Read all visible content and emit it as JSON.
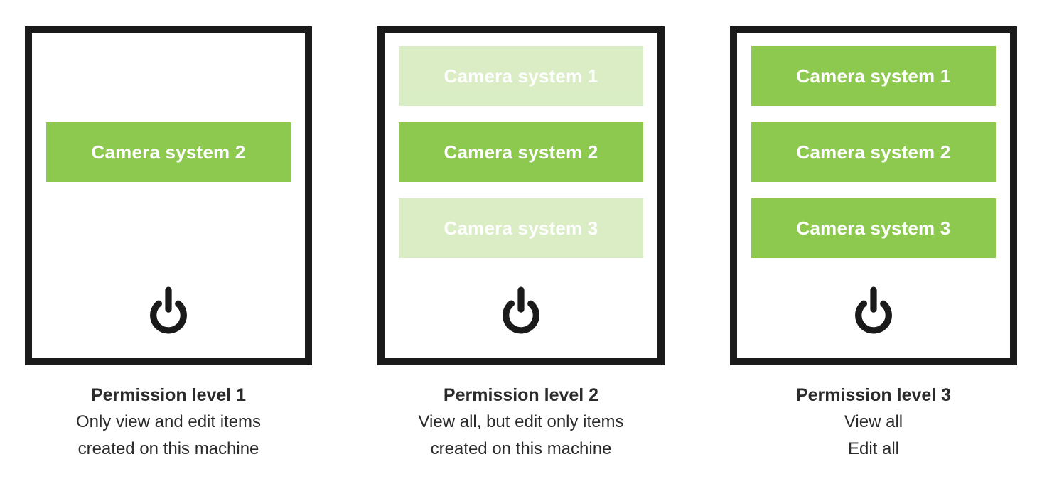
{
  "colors": {
    "accent_green": "#8dc94f",
    "panel_border": "#1a1a1a",
    "caption_text": "#2b2b2b",
    "button_text": "#ffffff"
  },
  "icons": {
    "power": "power-icon"
  },
  "panels": [
    {
      "slots": [
        {
          "label": "",
          "state": "empty"
        },
        {
          "label": "Camera system 2",
          "state": "active"
        },
        {
          "label": "",
          "state": "empty"
        }
      ],
      "caption": {
        "title": "Permission level 1",
        "line1": "Only view and edit items",
        "line2": "created on this machine"
      }
    },
    {
      "slots": [
        {
          "label": "Camera system 1",
          "state": "faded"
        },
        {
          "label": "Camera system 2",
          "state": "active"
        },
        {
          "label": "Camera system 3",
          "state": "faded"
        }
      ],
      "caption": {
        "title": "Permission level 2",
        "line1": "View all, but edit only items",
        "line2": "created on this machine"
      }
    },
    {
      "slots": [
        {
          "label": "Camera system 1",
          "state": "active"
        },
        {
          "label": "Camera system 2",
          "state": "active"
        },
        {
          "label": "Camera system 3",
          "state": "active"
        }
      ],
      "caption": {
        "title": "Permission level 3",
        "line1": "View all",
        "line2": "Edit all"
      }
    }
  ]
}
